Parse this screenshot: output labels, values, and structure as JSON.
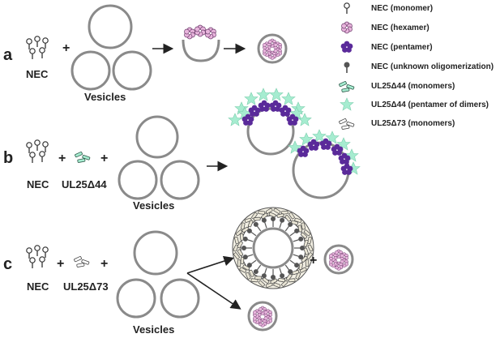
{
  "panels": {
    "a": {
      "letter": "a",
      "reagent": "NEC",
      "vesicles": "Vesicles"
    },
    "b": {
      "letter": "b",
      "reagent1": "NEC",
      "reagent2": "UL25Δ44",
      "vesicles": "Vesicles"
    },
    "c": {
      "letter": "c",
      "reagent1": "NEC",
      "reagent2": "UL25Δ73",
      "vesicles": "Vesicles"
    }
  },
  "operators": {
    "plus": "+"
  },
  "legend": [
    {
      "label": "NEC (monomer)",
      "icon": "nec-monomer-icon"
    },
    {
      "label": "NEC (hexamer)",
      "icon": "nec-hexamer-icon"
    },
    {
      "label": "NEC (pentamer)",
      "icon": "nec-pentamer-icon"
    },
    {
      "label": "NEC (unknown oligomerization)",
      "icon": "nec-unknown-icon"
    },
    {
      "label": "UL25Δ44 (monomers)",
      "icon": "ul25d44-monomer-icon"
    },
    {
      "label": "UL25Δ44 (pentamer of dimers)",
      "icon": "ul25d44-pentamer-icon"
    },
    {
      "label": "UL25Δ73 (monomers)",
      "icon": "ul25d73-monomer-icon"
    }
  ],
  "colors": {
    "vesicle": "#8a8a8a",
    "hexamer": "#e8b4dc",
    "pentamer": "#5a2a9a",
    "ul25d44": "#a6ecd0",
    "ul25d73": "#e8e4d4",
    "unknown": "#555555"
  }
}
